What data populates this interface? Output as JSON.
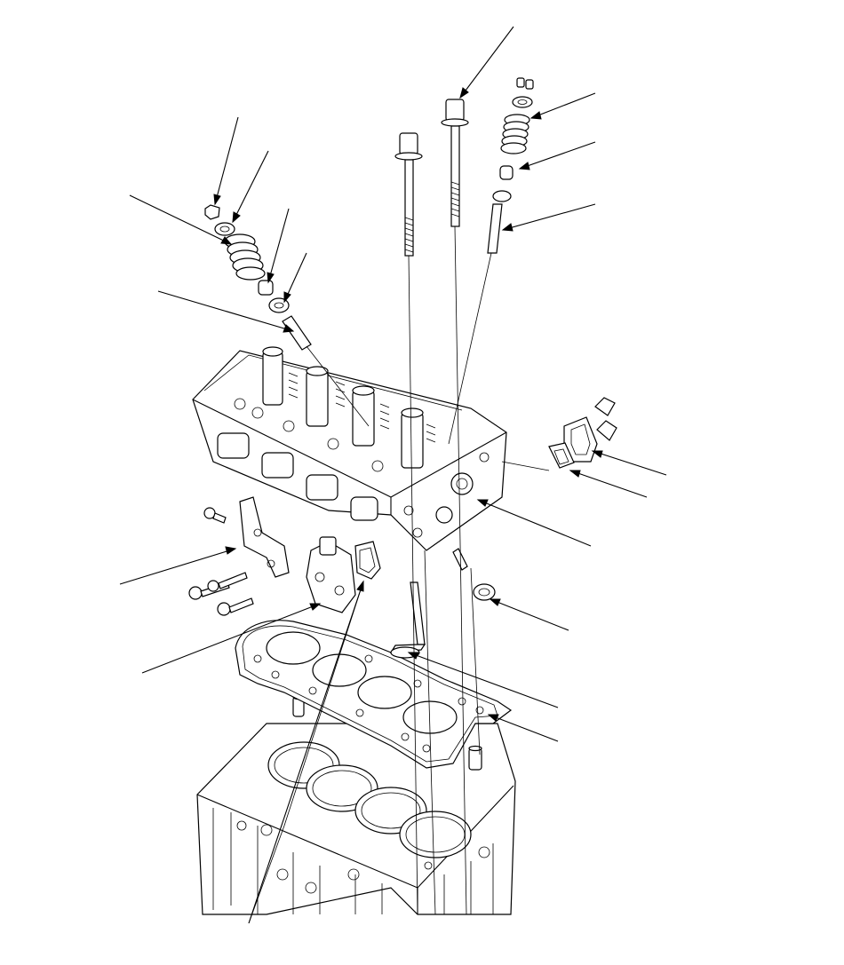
{
  "diagram": {
    "type": "exploded-parts-view",
    "subject": "cylinder-head-assembly",
    "callout_count": 18,
    "ink_color": "#000000",
    "background_color": "#ffffff"
  },
  "parts": [
    {
      "id": "cylinder-head",
      "icon": "cylinder-head-icon"
    },
    {
      "id": "head-bolt",
      "icon": "bolt-icon"
    },
    {
      "id": "valve-keeper",
      "icon": "keeper-icon"
    },
    {
      "id": "spring-retainer",
      "icon": "retainer-icon"
    },
    {
      "id": "valve-spring",
      "icon": "spring-icon"
    },
    {
      "id": "valve-seal",
      "icon": "seal-icon"
    },
    {
      "id": "spring-seat",
      "icon": "seat-icon"
    },
    {
      "id": "valve-guide",
      "icon": "guide-icon"
    },
    {
      "id": "valve",
      "icon": "valve-icon"
    },
    {
      "id": "head-gasket",
      "icon": "gasket-icon"
    },
    {
      "id": "dowel-pin",
      "icon": "dowel-icon"
    },
    {
      "id": "rocker-oil-control-valve",
      "icon": "solenoid-icon"
    },
    {
      "id": "filter",
      "icon": "filter-icon"
    },
    {
      "id": "bracket",
      "icon": "bracket-icon"
    },
    {
      "id": "sealing-bolt",
      "icon": "plug-icon"
    },
    {
      "id": "engine-block",
      "icon": "engine-block-icon"
    }
  ]
}
